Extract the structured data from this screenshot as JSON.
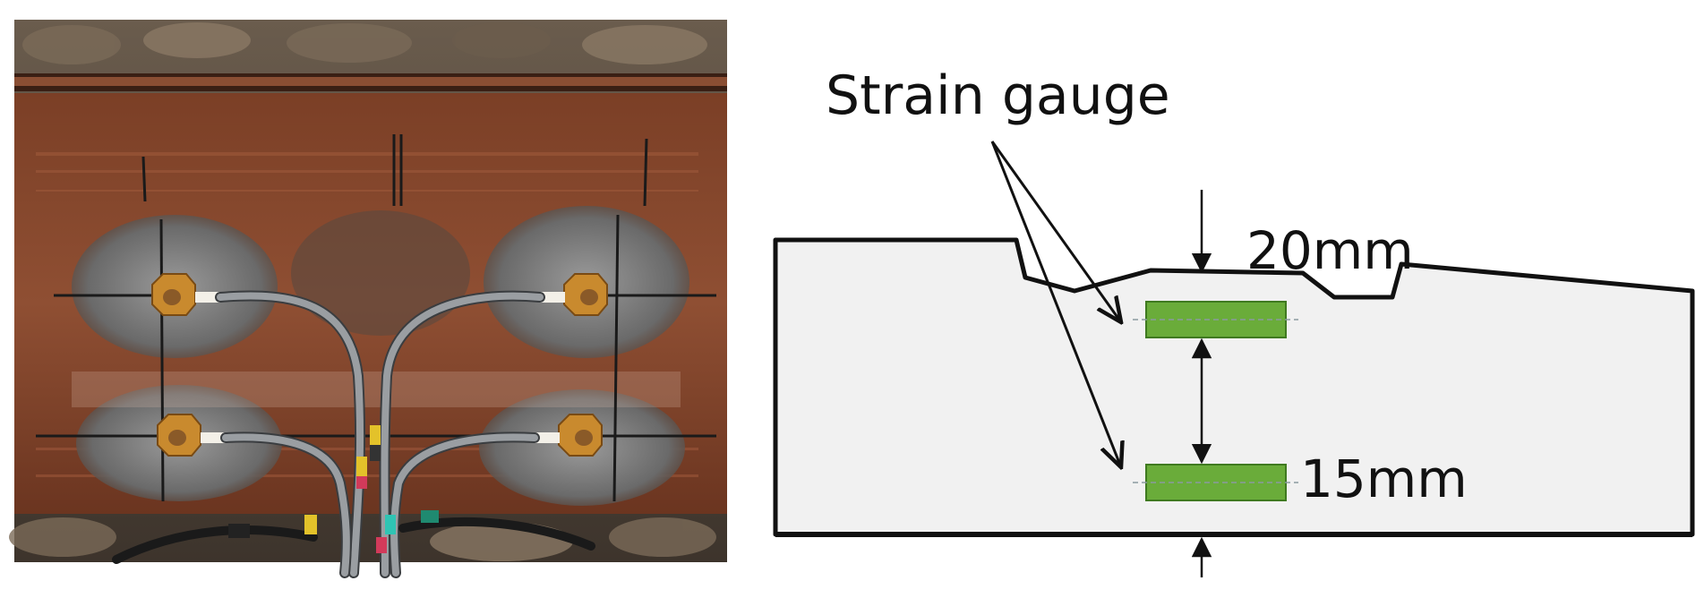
{
  "labels": {
    "strain_gauge": "Strain gauge",
    "dim_top": "20mm",
    "dim_bottom": "15mm"
  },
  "colors": {
    "rail_steel": "#6e3a24",
    "rust": "#8a4a2e",
    "gauge_pad": "#c98a2e",
    "gauge_green": "#6aac3a",
    "section_fill": "#f1f1f1",
    "outline": "#111111",
    "cable": "#8a8e92",
    "ballast": "#5b5045"
  },
  "photo": {
    "subject": "rail web with four strain gauges and cables"
  }
}
